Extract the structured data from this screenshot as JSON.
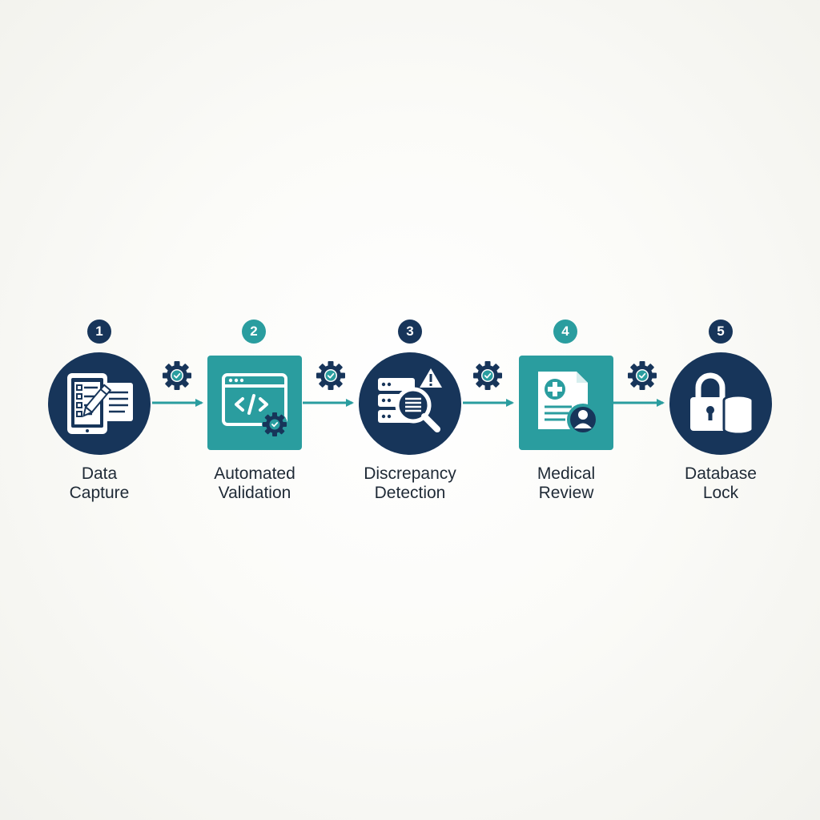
{
  "colors": {
    "navy": "#17355a",
    "teal": "#2a9d9f",
    "arrow": "#2a9d9f",
    "text": "#1f2a36",
    "background": "#f7f7f3"
  },
  "steps": [
    {
      "number": "1",
      "title_line1": "Data",
      "title_line2": "Capture",
      "shape": "circle",
      "color": "navy",
      "icon": "tablet-form-pencil-icon"
    },
    {
      "number": "2",
      "title_line1": "Automated",
      "title_line2": "Validation",
      "shape": "square",
      "color": "teal",
      "icon": "code-window-gear-icon"
    },
    {
      "number": "3",
      "title_line1": "Discrepancy",
      "title_line2": "Detection",
      "shape": "circle",
      "color": "navy",
      "icon": "server-magnifier-warning-icon"
    },
    {
      "number": "4",
      "title_line1": "Medical",
      "title_line2": "Review",
      "shape": "square",
      "color": "teal",
      "icon": "medical-record-doctor-icon"
    },
    {
      "number": "5",
      "title_line1": "Database",
      "title_line2": "Lock",
      "shape": "circle",
      "color": "navy",
      "icon": "padlock-database-icon"
    }
  ],
  "connectors": [
    {
      "icon": "gear-check-icon"
    },
    {
      "icon": "gear-check-icon"
    },
    {
      "icon": "gear-check-icon"
    },
    {
      "icon": "gear-check-icon"
    }
  ]
}
